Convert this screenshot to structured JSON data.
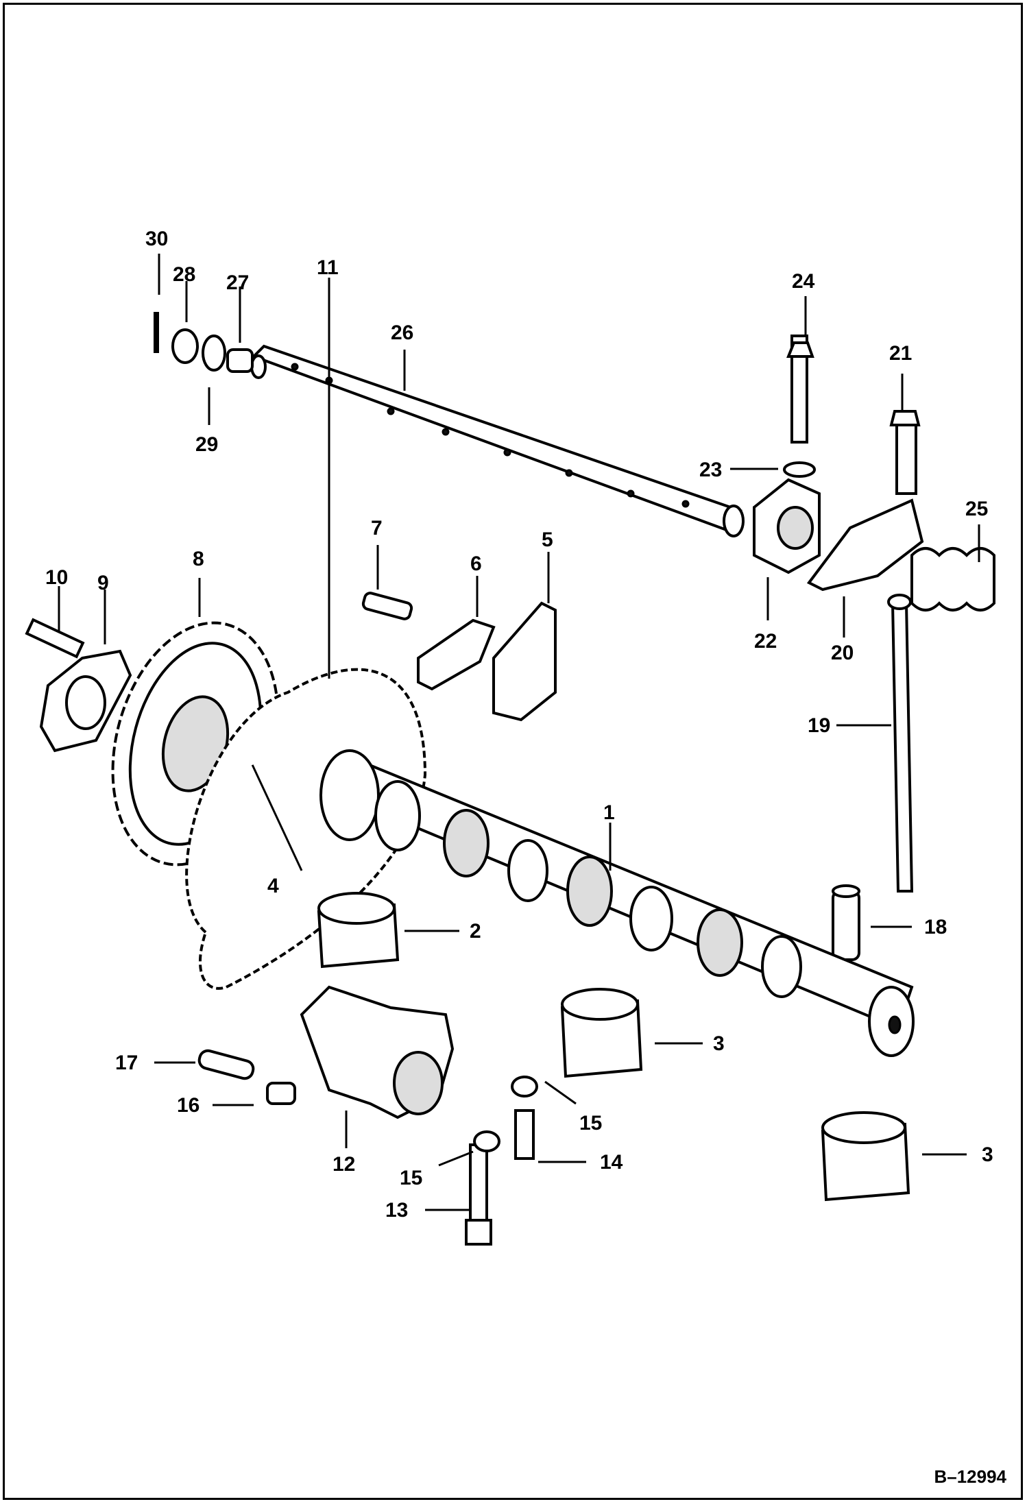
{
  "diagram": {
    "reference": "B–12994",
    "callouts": [
      "1",
      "2",
      "3",
      "3",
      "4",
      "5",
      "6",
      "7",
      "8",
      "9",
      "10",
      "11",
      "12",
      "13",
      "14",
      "15",
      "15",
      "16",
      "17",
      "18",
      "19",
      "20",
      "21",
      "22",
      "23",
      "24",
      "25",
      "26",
      "27",
      "28",
      "29",
      "30"
    ]
  }
}
